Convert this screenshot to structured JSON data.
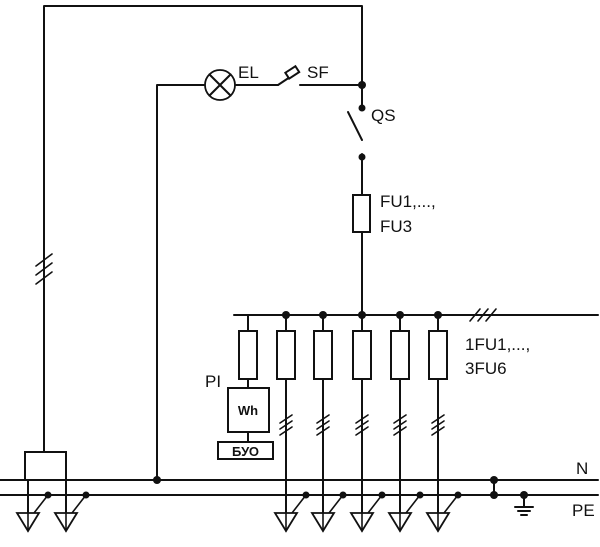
{
  "labels": {
    "lamp": "EL",
    "breaker": "SF",
    "switch": "QS",
    "fuse_main_line1": "FU1,...,",
    "fuse_main_line2": "FU3",
    "fuse_group_line1": "1FU1,...,",
    "fuse_group_line2": "3FU6",
    "meter_ref": "PI",
    "meter": "Wh",
    "control_unit": "БУО",
    "neutral": "N",
    "protective_earth": "PE"
  },
  "colors": {
    "line": "#111111",
    "background": "#ffffff"
  }
}
